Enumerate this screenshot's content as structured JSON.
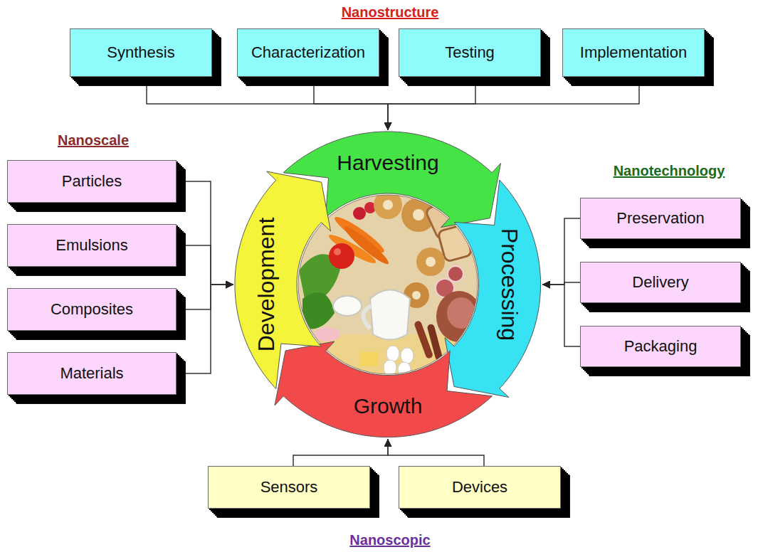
{
  "diagram": {
    "nodes": [
      {
        "text": [
          "Synthesis"
        ]
      },
      {
        "text": [
          "Characterization"
        ]
      },
      {
        "text": [
          "Testing"
        ]
      },
      {
        "text": [
          "Implementation"
        ]
      },
      {
        "text": [
          "Particles"
        ]
      },
      {
        "text": [
          "Emulsions"
        ]
      },
      {
        "text": [
          "Composites"
        ]
      },
      {
        "text": [
          "Materials"
        ]
      },
      {
        "text": [
          "Harvesting"
        ]
      },
      {
        "text": [
          "Processing"
        ]
      },
      {
        "text": [
          "Growth"
        ]
      },
      {
        "text": [
          "Development"
        ]
      },
      {
        "text": [
          "Preservation"
        ]
      },
      {
        "text": [
          "Delivery"
        ]
      },
      {
        "text": [
          "Packaging"
        ]
      },
      {
        "text": [
          "Sensors"
        ]
      },
      {
        "text": [
          "Devices"
        ]
      }
    ],
    "edges": [
      {
        "from": 0,
        "to": 8,
        "arrow": "to"
      },
      {
        "from": 1,
        "to": 8,
        "arrow": "to"
      },
      {
        "from": 2,
        "to": 8,
        "arrow": "to"
      },
      {
        "from": 3,
        "to": 8,
        "arrow": "to"
      },
      {
        "from": 4,
        "to": 11,
        "arrow": "to"
      },
      {
        "from": 5,
        "to": 11,
        "arrow": "to"
      },
      {
        "from": 6,
        "to": 11,
        "arrow": "to"
      },
      {
        "from": 7,
        "to": 11,
        "arrow": "to"
      },
      {
        "from": 12,
        "to": 9,
        "arrow": "to"
      },
      {
        "from": 13,
        "to": 9,
        "arrow": "to"
      },
      {
        "from": 14,
        "to": 9,
        "arrow": "to"
      },
      {
        "from": 15,
        "to": 10,
        "arrow": "to"
      },
      {
        "from": 16,
        "to": 10,
        "arrow": "to"
      }
    ],
    "labels": [
      "Nanostructure",
      "Nanoscale",
      "Nanotechnology",
      "Nanoscopic"
    ]
  }
}
